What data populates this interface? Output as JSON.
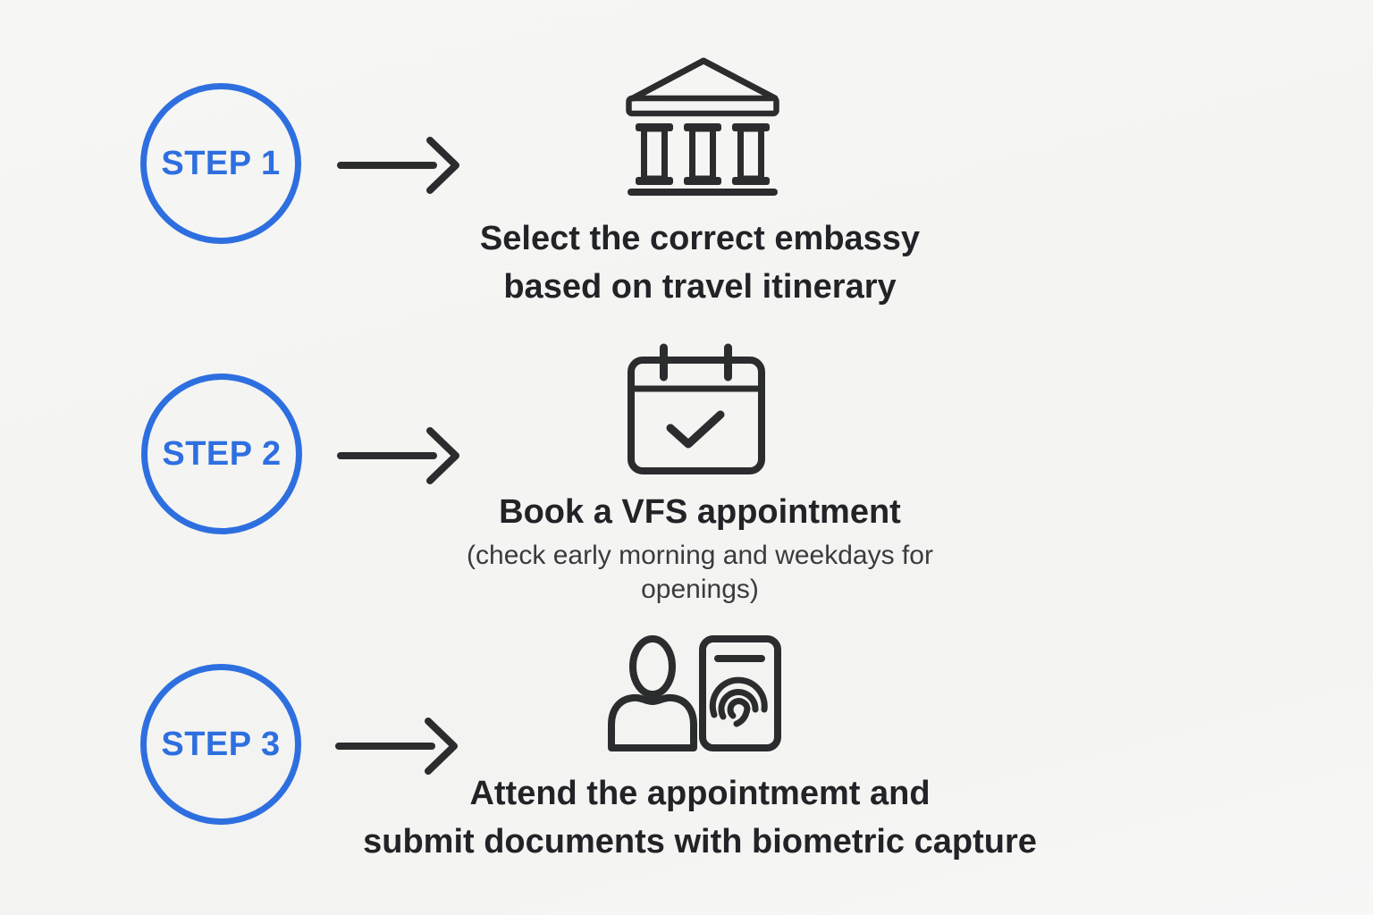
{
  "colors": {
    "background": "#f4f4f2",
    "accent_blue": "#2e6fe0",
    "icon_ink": "#2b2c2e",
    "title_text": "#212327",
    "subtitle_text": "#3a3b3e"
  },
  "steps": [
    {
      "badge": "STEP 1",
      "icon": "embassy-building-icon",
      "title_line1": "Select the correct embassy",
      "title_line2": "based on travel itinerary"
    },
    {
      "badge": "STEP 2",
      "icon": "calendar-check-icon",
      "title_line1": "Book a VFS appointment",
      "subtitle_line1": "(check early morning and weekdays for",
      "subtitle_line2": "openings)"
    },
    {
      "badge": "STEP 3",
      "icon": "person-fingerprint-icon",
      "title_line1": "Attend the appointmemt and",
      "title_line2": "submit documents with biometric capture"
    }
  ]
}
